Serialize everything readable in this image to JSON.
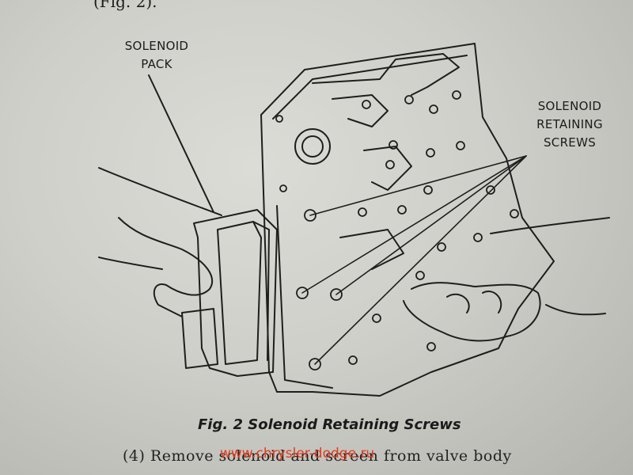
{
  "page": {
    "top_fragment": "(Fig. 2).",
    "figure_caption": "Fig. 2 Solenoid Retaining Screws",
    "step_text": "(4) Remove solenoid and screen from valve body",
    "watermark": "www.chrysler-dodge.ru"
  },
  "labels": {
    "solenoid_pack": [
      "SOLENOID",
      "PACK"
    ],
    "solenoid_retaining_screws": [
      "SOLENOID",
      "RETAINING",
      "SCREWS"
    ]
  },
  "colors": {
    "paper": "#d6d6d0",
    "ink": "#1b1b1b",
    "watermark": "#e33a1e"
  }
}
